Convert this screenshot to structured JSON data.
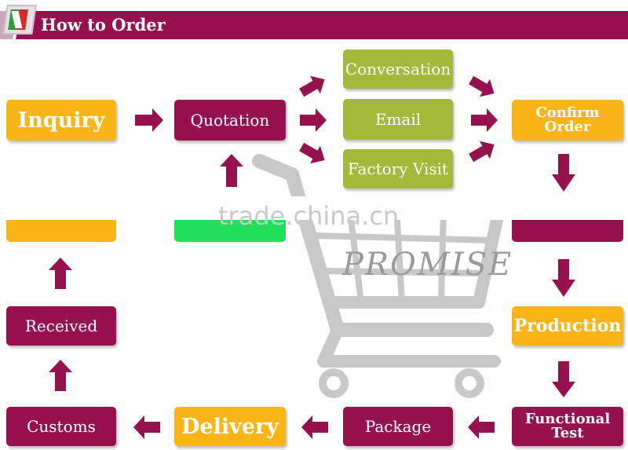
{
  "header": {
    "title": "How to Order",
    "bar_color": "#96124e"
  },
  "colors": {
    "orange": "#f9b518",
    "plum": "#96124e",
    "olive": "#a4b83a",
    "green": "#22e05a",
    "cart_gray": "#c8c8c8"
  },
  "steps": {
    "inquiry": "Inquiry",
    "quotation": "Quotation",
    "conversation": "Conversation",
    "email": "Email",
    "factory_visit": "Factory Visit",
    "confirm_order_line1": "Confirm",
    "confirm_order_line2": "Order",
    "production": "Production",
    "functional_test_line1": "Functional",
    "functional_test_line2": "Test",
    "package": "Package",
    "delivery": "Delivery",
    "customs": "Customs",
    "received": "Received"
  },
  "watermark": {
    "site": "trade.china.cn",
    "cart_label": "PROMISE"
  }
}
